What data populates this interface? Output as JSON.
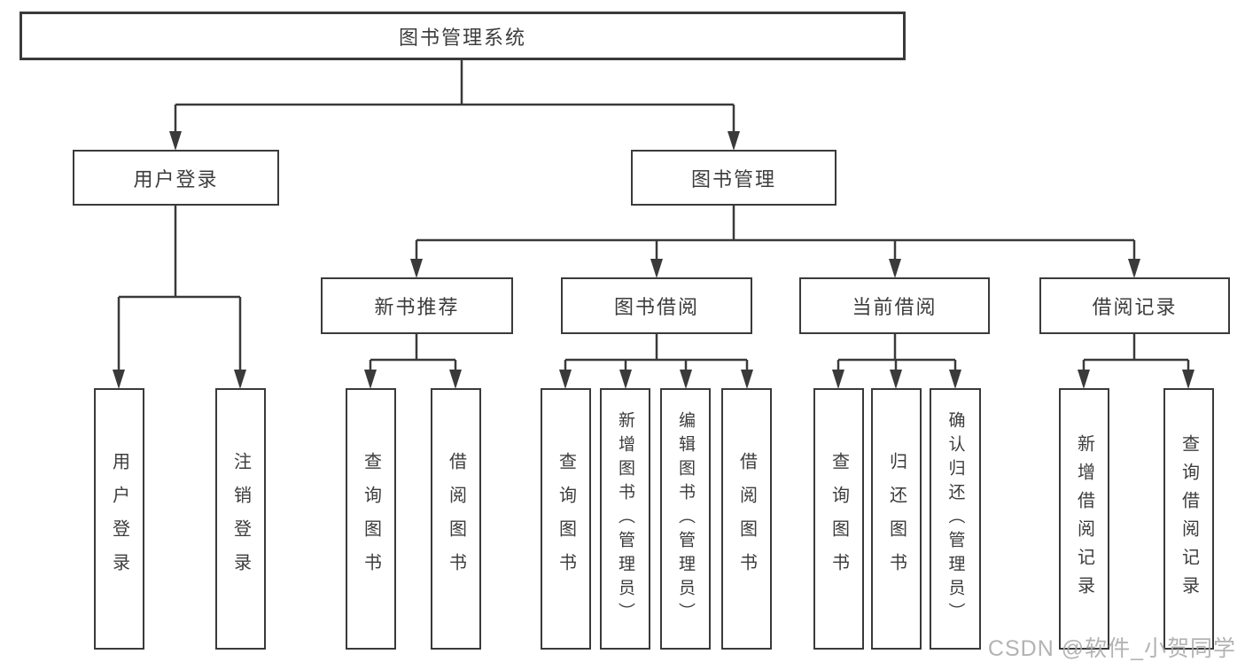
{
  "page_title": "图书管理系统",
  "colors": {
    "line": "#3a3a3a",
    "text": "#3c3c3c",
    "box-bg": "#ffffff",
    "watermark": "#ababab"
  },
  "tree": {
    "label": "图书管理系统",
    "children": [
      {
        "label": "用户登录",
        "children": [
          {
            "label": "用户登录"
          },
          {
            "label": "注销登录"
          }
        ]
      },
      {
        "label": "图书管理",
        "children": [
          {
            "label": "新书推荐",
            "children": [
              {
                "label": "查询图书"
              },
              {
                "label": "借阅图书"
              }
            ]
          },
          {
            "label": "图书借阅",
            "children": [
              {
                "label": "查询图书"
              },
              {
                "label": "新增图书（管理员）"
              },
              {
                "label": "编辑图书（管理员）"
              },
              {
                "label": "借阅图书"
              }
            ]
          },
          {
            "label": "当前借阅",
            "children": [
              {
                "label": "查询图书"
              },
              {
                "label": "归还图书"
              },
              {
                "label": "确认归还（管理员）"
              }
            ]
          },
          {
            "label": "借阅记录",
            "children": [
              {
                "label": "新增借阅记录"
              },
              {
                "label": "查询借阅记录"
              }
            ]
          }
        ]
      }
    ]
  },
  "watermark": {
    "text": "CSDN @软件_小贺同学"
  }
}
